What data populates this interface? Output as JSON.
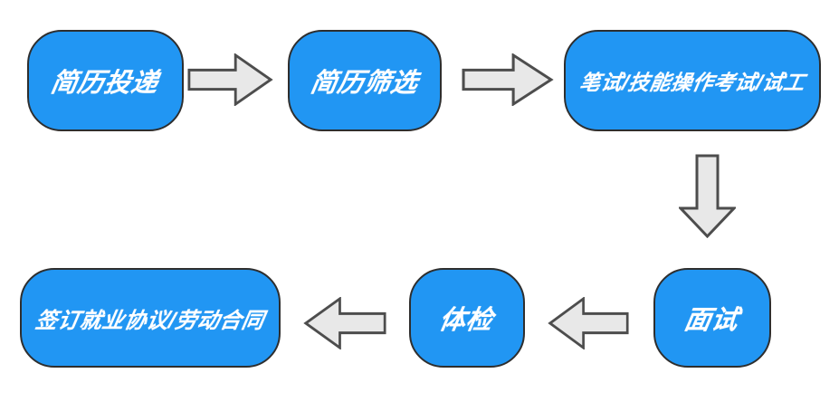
{
  "diagram": {
    "type": "flowchart",
    "colors": {
      "node_fill": "#2196f3",
      "node_border": "#2e2e2e",
      "node_text": "#ffffff",
      "arrow_fill": "#e8e8e8",
      "arrow_border": "#4d4d4d",
      "background": "#ffffff"
    },
    "nodes": [
      {
        "id": "resume-submission",
        "label": "简历投递"
      },
      {
        "id": "resume-screening",
        "label": "简历筛选"
      },
      {
        "id": "written-skill-test",
        "label": "笔试/技能操作考试/试工"
      },
      {
        "id": "interview",
        "label": "面试"
      },
      {
        "id": "physical-exam",
        "label": "体检"
      },
      {
        "id": "sign-contract",
        "label": "签订就业协议/劳动合同"
      }
    ],
    "arrows": [
      {
        "from": "简历投递",
        "to": "简历筛选",
        "direction": "right"
      },
      {
        "from": "简历筛选",
        "to": "笔试/技能操作考试/试工",
        "direction": "right"
      },
      {
        "from": "笔试/技能操作考试/试工",
        "to": "面试",
        "direction": "down"
      },
      {
        "from": "面试",
        "to": "体检",
        "direction": "left"
      },
      {
        "from": "体检",
        "to": "签订就业协议/劳动合同",
        "direction": "left"
      }
    ]
  }
}
